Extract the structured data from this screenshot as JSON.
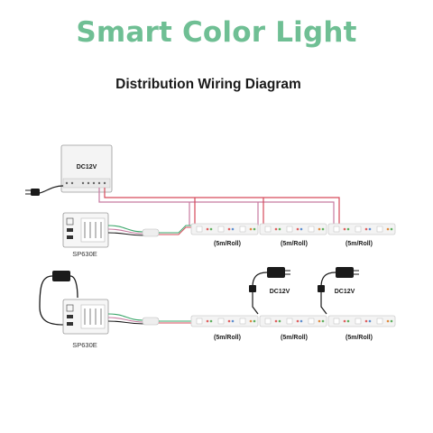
{
  "header": {
    "title": "Smart Color Light",
    "subtitle": "Distribution Wiring Diagram"
  },
  "diagram1": {
    "power_supply_label": "DC12V",
    "controller_label": "SP630E",
    "roll_labels": [
      "(5m/Roll)",
      "(5m/Roll)",
      "(5m/Roll)"
    ]
  },
  "diagram2": {
    "controller_label": "SP630E",
    "adapter_labels": [
      "DC12V",
      "DC12V"
    ],
    "roll_labels": [
      "(5m/Roll)",
      "(5m/Roll)",
      "(5m/Roll)"
    ]
  },
  "colors": {
    "title": "#6fbf94",
    "wire_red": "#d64a5a",
    "wire_pink": "#c77aa0",
    "wire_green": "#3aa66a",
    "wire_black": "#1a1a1a"
  }
}
